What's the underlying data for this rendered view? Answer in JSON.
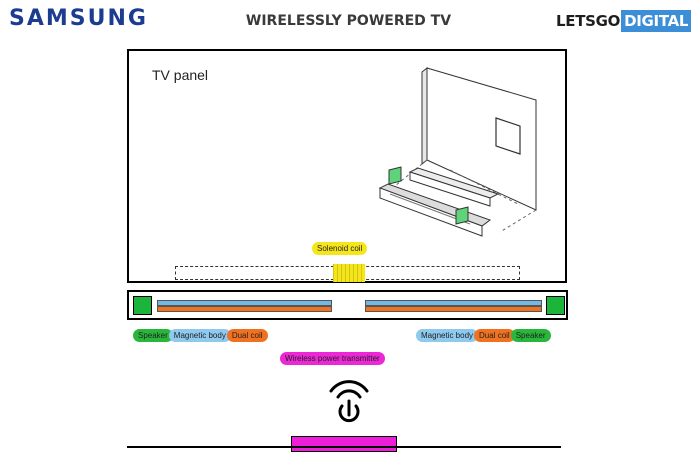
{
  "header": {
    "brand": "SAMSUNG",
    "title": "WIRELESSLY POWERED TV",
    "logo_left": "LETSGO",
    "logo_right": "DIGITAL"
  },
  "panel": {
    "label": "TV panel"
  },
  "labels": {
    "solenoid_coil": "Solenoid coil",
    "left_speaker": "Speaker",
    "left_magnetic_body": "Magnetic body",
    "left_dual_coil": "Dual coil",
    "right_magnetic_body": "Magnetic body",
    "right_dual_coil": "Dual coil",
    "right_speaker": "Speaker",
    "transmitter": "Wireless power transmitter"
  },
  "colors": {
    "brand_blue": "#1b3c8f",
    "speaker_green": "#1cb53c",
    "magnetic_blue": "#74b9e6",
    "dual_coil_orange": "#f07221",
    "solenoid_yellow": "#f5e61a",
    "transmitter_magenta": "#ec1ed9"
  },
  "icons": [
    "tv-illustration-icon",
    "wireless-power-icon"
  ]
}
